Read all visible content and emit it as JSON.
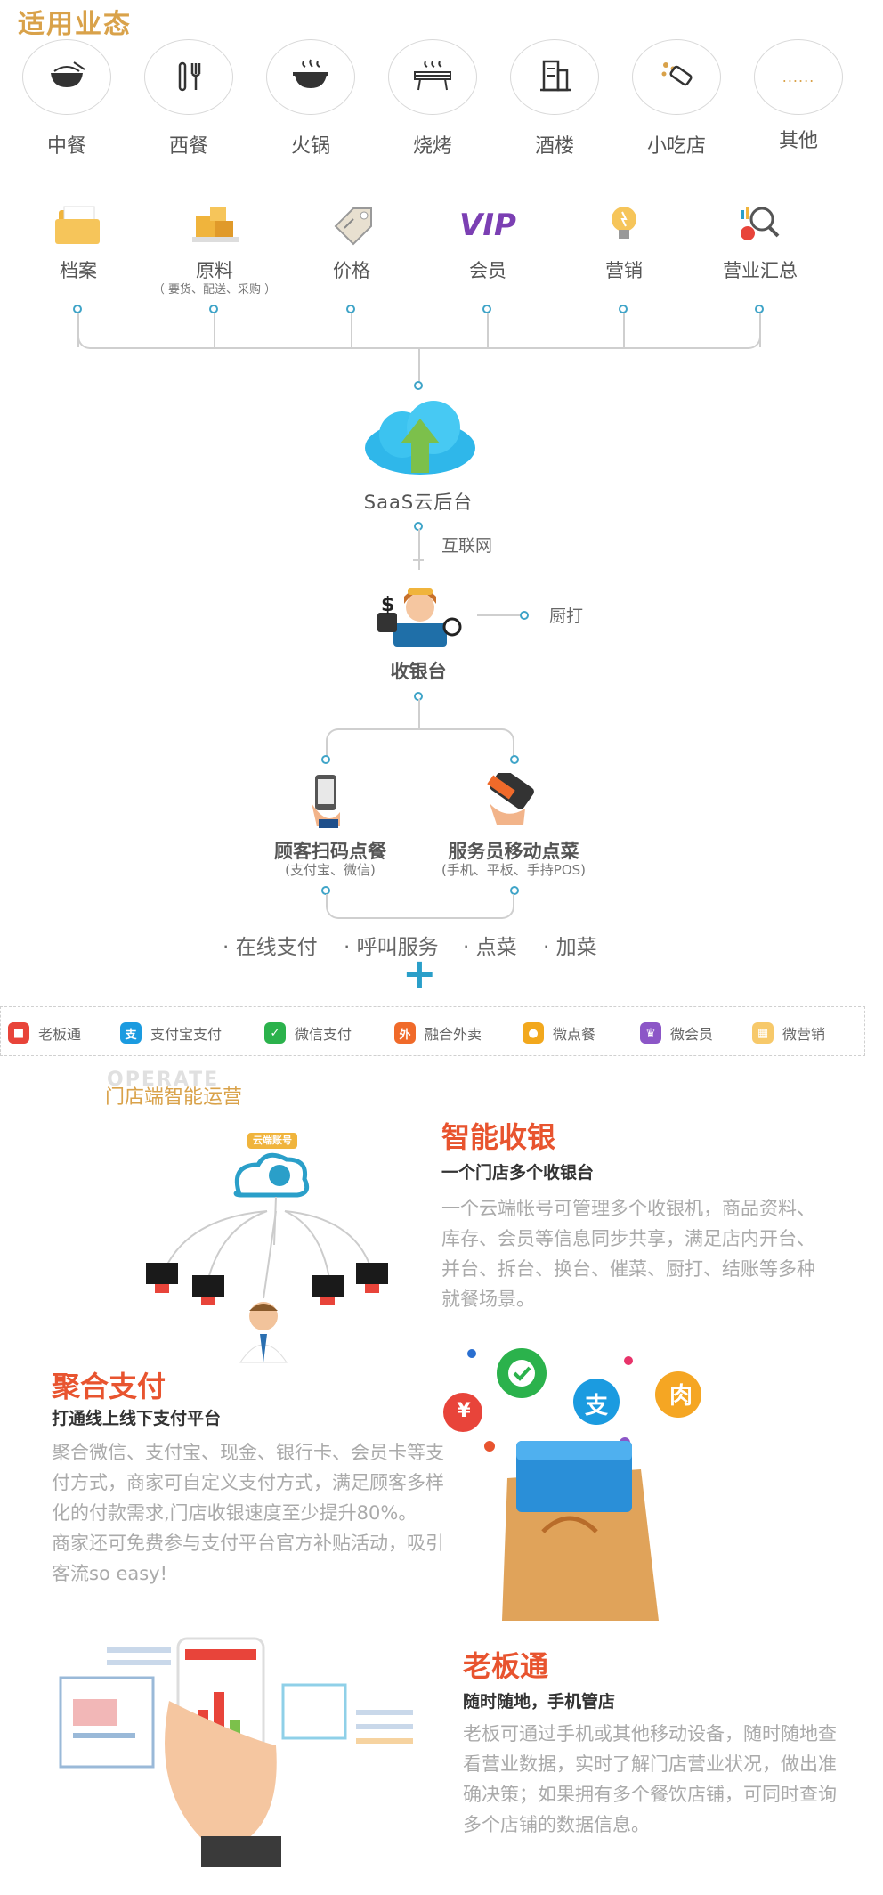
{
  "header": {
    "title": "适用业态"
  },
  "categories": [
    {
      "label": "中餐",
      "icon": "rice-bowl-icon"
    },
    {
      "label": "西餐",
      "icon": "fork-knife-icon"
    },
    {
      "label": "火锅",
      "icon": "hotpot-icon"
    },
    {
      "label": "烧烤",
      "icon": "bbq-grill-icon"
    },
    {
      "label": "酒楼",
      "icon": "building-icon"
    },
    {
      "label": "小吃店",
      "icon": "snack-icon"
    },
    {
      "label": "其他",
      "icon": "ellipsis-icon",
      "dots": "......"
    }
  ],
  "modules": [
    {
      "label": "档案",
      "icon": "folder-icon"
    },
    {
      "label": "原料",
      "sub": "（ 要货、配送、采购 ）",
      "icon": "boxes-icon"
    },
    {
      "label": "价格",
      "icon": "price-tag-icon"
    },
    {
      "label": "会员",
      "icon": "vip-crown-icon",
      "badge": "VIP"
    },
    {
      "label": "营销",
      "icon": "lightbulb-icon"
    },
    {
      "label": "营业汇总",
      "icon": "analytics-icon"
    }
  ],
  "flow": {
    "cloud_label": "SaaS云后台",
    "internet_label": "互联网",
    "cashier_label": "收银台",
    "kitchen_label": "厨打",
    "left_label": "顾客扫码点餐",
    "left_sub": "(支付宝、微信)",
    "right_label": "服务员移动点菜",
    "right_sub": "(手机、平板、手持POS)"
  },
  "features": [
    "· 在线支付",
    "· 呼叫服务",
    "· 点菜",
    "· 加菜"
  ],
  "plus": "+",
  "bar_items": [
    {
      "label": "老板通",
      "icon": "boss-app-icon",
      "color": "#e8443a",
      "glyph": "■"
    },
    {
      "label": "支付宝支付",
      "icon": "alipay-icon",
      "color": "#1b9be0",
      "glyph": "支"
    },
    {
      "label": "微信支付",
      "icon": "wechat-pay-icon",
      "color": "#2bb24c",
      "glyph": "✓"
    },
    {
      "label": "融合外卖",
      "icon": "takeout-icon",
      "color": "#f06a2a",
      "glyph": "外"
    },
    {
      "label": "微点餐",
      "icon": "wechat-order-icon",
      "color": "#f2a81d",
      "glyph": "●"
    },
    {
      "label": "微会员",
      "icon": "crown-icon",
      "color": "#8c56c7",
      "glyph": "♛"
    },
    {
      "label": "微营销",
      "icon": "gift-icon",
      "color": "#f7c96a",
      "glyph": "▦"
    }
  ],
  "operate": {
    "watermark": "OPERATE",
    "title": "门店端智能运营",
    "cloud_tag": "云端账号"
  },
  "smart_cashier": {
    "title": "智能收银",
    "subtitle": "一个门店多个收银台",
    "lines": [
      "一个云端帐号可管理多个收银机，商品资料、",
      "库存、会员等信息同步共享，满足店内开台、",
      "并台、拆台、换台、催菜、厨打、结账等多种",
      "就餐场景。"
    ]
  },
  "payment": {
    "title": "聚合支付",
    "subtitle": "打通线上线下支付平台",
    "lines": [
      "聚合微信、支付宝、现金、银行卡、会员卡等支",
      "付方式，商家可自定义支付方式，满足顾客多样",
      "化的付款需求,门店收银速度至少提升80%。",
      "商家还可免费参与支付平台官方补贴活动，吸引",
      "客流so easy!"
    ],
    "yen": "¥",
    "ali": "支"
  },
  "boss": {
    "title": "老板通",
    "subtitle": "随时随地，手机管店",
    "lines": [
      "老板可通过手机或其他移动设备，随时随地查",
      "看营业数据，实时了解门店营业状况，做出准",
      "确决策；如果拥有多个餐饮店铺，可同时查询",
      "多个店铺的数据信息。"
    ]
  }
}
